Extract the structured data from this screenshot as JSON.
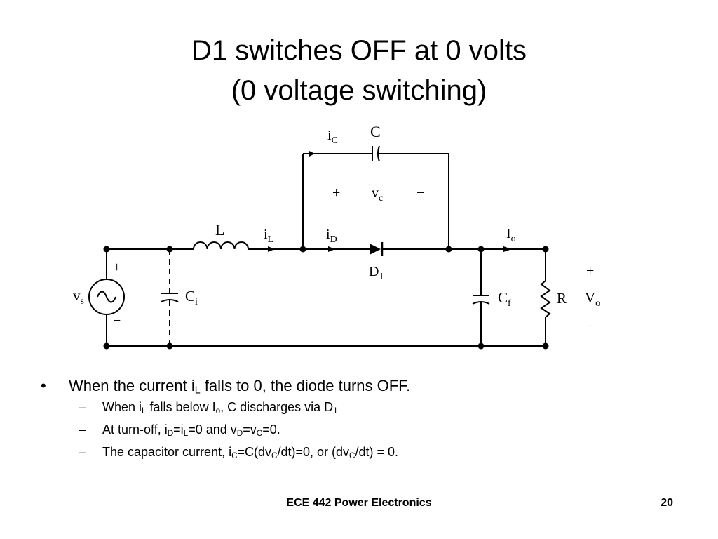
{
  "slide": {
    "title_line1": "D1 switches OFF at 0 volts",
    "title_line2": "(0 voltage switching)"
  },
  "circuit": {
    "labels": {
      "iC_i": "i",
      "iC_sub": "C",
      "C": "C",
      "plus_c": "+",
      "vc_v": "v",
      "vc_sub": "c",
      "minus_c": "−",
      "L": "L",
      "iL_i": "i",
      "iL_sub": "L",
      "iD_i": "i",
      "iD_sub": "D",
      "Io_I": "I",
      "Io_sub": "o",
      "D1_D": "D",
      "D1_sub": "1",
      "plus_s": "+",
      "vs_v": "v",
      "vs_sub": "s",
      "minus_s": "−",
      "Ci_C": "C",
      "Ci_sub": "i",
      "Cf_C": "C",
      "Cf_sub": "f",
      "R": "R",
      "plus_o": "+",
      "Vo_V": "V",
      "Vo_sub": "o",
      "minus_o": "−"
    }
  },
  "bullets": {
    "b1": {
      "mark": "•",
      "t1": "When the current i",
      "s1": "L",
      "t2": " falls to 0, the diode turns OFF."
    },
    "sub1": {
      "mark": "–",
      "t1": "When i",
      "s1": "L",
      "t2": " falls below I",
      "s2": "o",
      "t3": ", C discharges via D",
      "s3": "1"
    },
    "sub2": {
      "mark": "–",
      "t1": "At turn-off, i",
      "s1": "D",
      "t2": "=i",
      "s2": "L",
      "t3": "=0 and v",
      "s3": "D",
      "t4": "=v",
      "s4": "C",
      "t5": "=0."
    },
    "sub3": {
      "mark": "–",
      "t1": "The capacitor current, i",
      "s1": "C",
      "t2": "=C(dv",
      "s2": "C",
      "t3": "/dt)=0, or (dv",
      "s3": "C",
      "t4": "/dt) = 0."
    }
  },
  "footer": {
    "course": "ECE 442 Power Electronics",
    "page": "20"
  }
}
